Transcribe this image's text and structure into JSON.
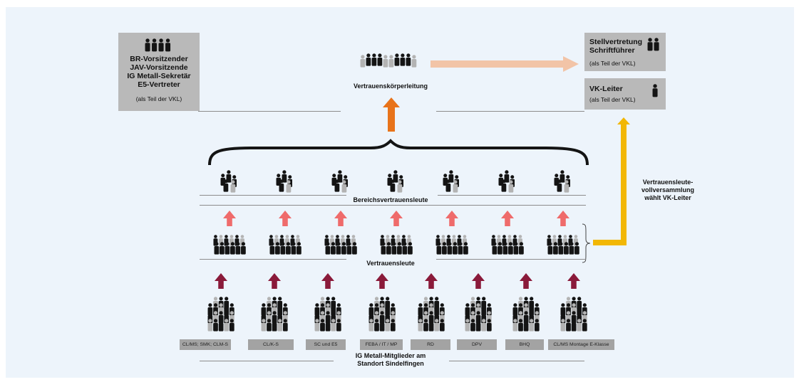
{
  "boxes": {
    "left": {
      "lines": [
        "BR-Vorsitzender",
        "JAV-Vorsitzende",
        "IG Metall-Sekretär",
        "E5-Vertreter"
      ],
      "note": "(als Teil der VKL)"
    },
    "stellvertretung": {
      "line1": "Stellvertretung",
      "line2": "Schriftführer",
      "note": "(als Teil der VKL)"
    },
    "vkleiter": {
      "title": "VK-Leiter",
      "note": "(als Teil der VKL)"
    }
  },
  "labels": {
    "vkl": "Vertrauenskörperleitung",
    "bereich": "Bereichsvertrauensleute",
    "vertrauensleute": "Vertrauensleute",
    "vollversammlung": [
      "Vertrauensleute-",
      "vollversammlung",
      "wählt VK-Leiter"
    ],
    "members": [
      "IG Metall-Mitglieder am",
      "Standort Sindelfingen"
    ]
  },
  "departments": [
    "CL/MS; SMK; CLM-S",
    "CL/K-S",
    "SC und E5",
    "FEBA / IT / MP",
    "RD",
    "DPV",
    "BHQ",
    "CL/MS Montage E-Klasse"
  ],
  "colors": {
    "background": "#edf4fb",
    "box": "#b9b9b9",
    "tag": "#a3a3a3",
    "figure_dark": "#141414",
    "figure_light": "#b3b3b3",
    "arrow_orange": "#e8731a",
    "arrow_peach": "#f2c4a7",
    "arrow_salmon": "#ef6b6b",
    "arrow_maroon": "#8a1a3a",
    "arrow_yellow": "#f2b705"
  },
  "icons": [
    "person-group-icon",
    "arrow-up-icon",
    "arrow-right-icon",
    "curly-brace-icon"
  ]
}
